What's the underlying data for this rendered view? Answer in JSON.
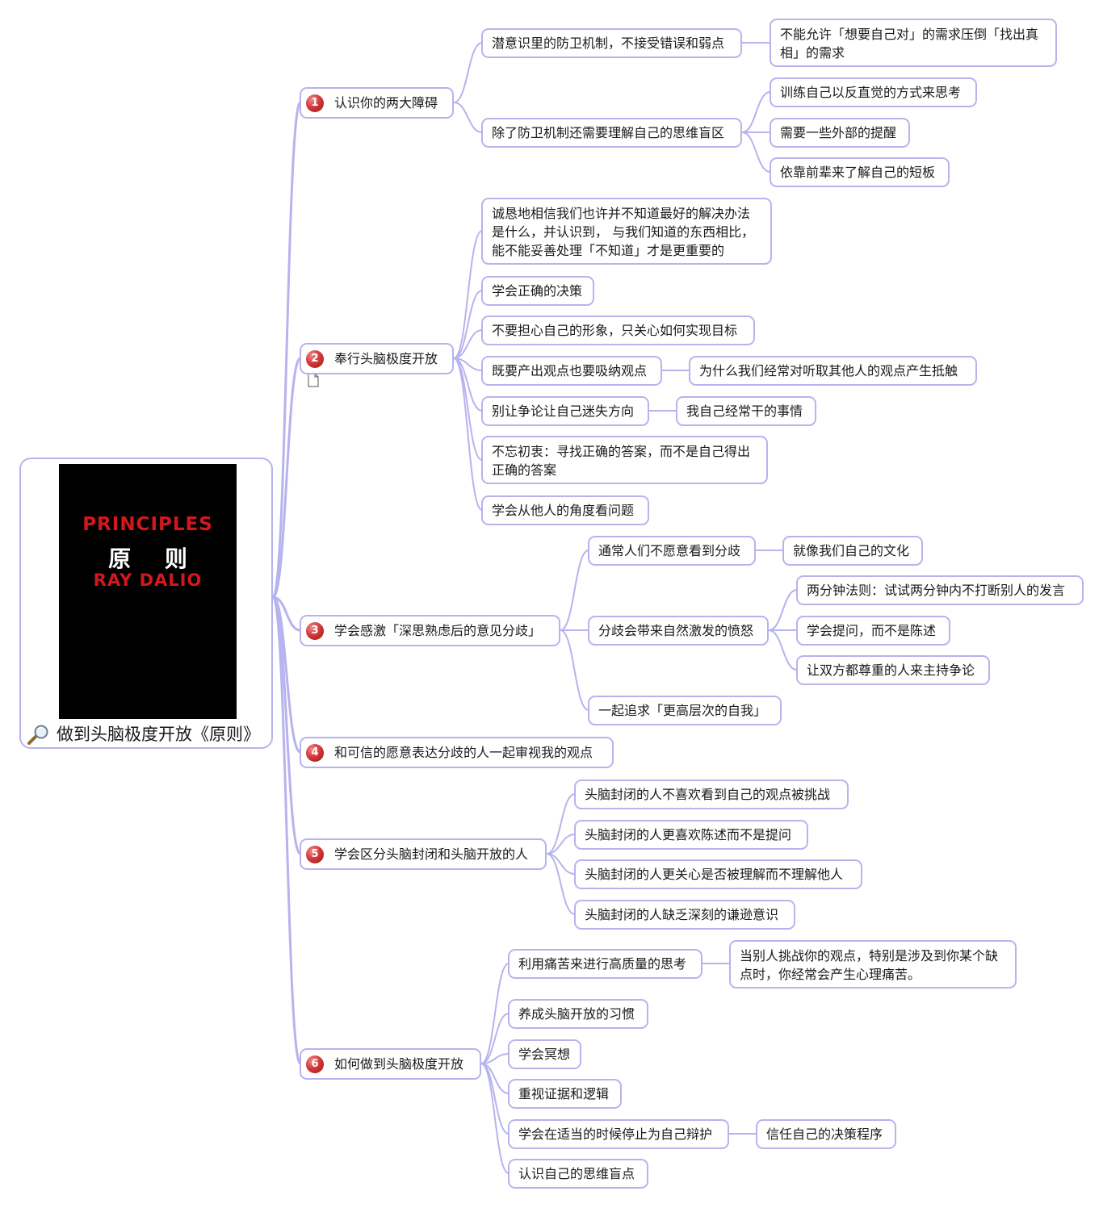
{
  "root": {
    "title": "做到头脑极度开放《原则》",
    "cover": {
      "title_en": "PRINCIPLES",
      "title_zh": "原 则",
      "author": "RAY DALIO",
      "bg": "#000000",
      "accent": "#d4171b"
    },
    "icon": "magnifier-icon"
  },
  "colors": {
    "line": "#b7b3ee",
    "border": "#b7b3ee",
    "badge": "#c62828"
  },
  "branches": [
    {
      "num": "1",
      "label": "认识你的两大障碍",
      "children": [
        {
          "label": "潜意识里的防卫机制，不接受错误和弱点",
          "children": [
            {
              "label": "不能允许「想要自己对」的需求压倒「找出真相」的需求"
            }
          ]
        },
        {
          "label": "除了防卫机制还需要理解自己的思维盲区",
          "children": [
            {
              "label": "训练自己以反直觉的方式来思考"
            },
            {
              "label": "需要一些外部的提醒"
            },
            {
              "label": "依靠前辈来了解自己的短板"
            }
          ]
        }
      ]
    },
    {
      "num": "2",
      "label": "奉行头脑极度开放",
      "note_icon": "note-icon",
      "children": [
        {
          "label": "诚恳地相信我们也许并不知道最好的解决办法是什么，并认识到， 与我们知道的东西相比，能不能妥善处理「不知道」才是更重要的"
        },
        {
          "label": "学会正确的决策"
        },
        {
          "label": "不要担心自己的形象，只关心如何实现目标"
        },
        {
          "label": "既要产出观点也要吸纳观点",
          "children": [
            {
              "label": "为什么我们经常对听取其他人的观点产生抵触"
            }
          ]
        },
        {
          "label": "别让争论让自己迷失方向",
          "children": [
            {
              "label": "我自己经常干的事情"
            }
          ]
        },
        {
          "label": "不忘初衷：寻找正确的答案，而不是自己得出正确的答案"
        },
        {
          "label": "学会从他人的角度看问题"
        }
      ]
    },
    {
      "num": "3",
      "label": "学会感激「深思熟虑后的意见分歧」",
      "children": [
        {
          "label": "通常人们不愿意看到分歧",
          "children": [
            {
              "label": "就像我们自己的文化"
            }
          ]
        },
        {
          "label": "分歧会带来自然激发的愤怒",
          "children": [
            {
              "label": "两分钟法则：试试两分钟内不打断别人的发言"
            },
            {
              "label": "学会提问，而不是陈述"
            },
            {
              "label": "让双方都尊重的人来主持争论"
            }
          ]
        },
        {
          "label": "一起追求「更高层次的自我」"
        }
      ]
    },
    {
      "num": "4",
      "label": "和可信的愿意表达分歧的人一起审视我的观点"
    },
    {
      "num": "5",
      "label": "学会区分头脑封闭和头脑开放的人",
      "children": [
        {
          "label": "头脑封闭的人不喜欢看到自己的观点被挑战"
        },
        {
          "label": "头脑封闭的人更喜欢陈述而不是提问"
        },
        {
          "label": "头脑封闭的人更关心是否被理解而不理解他人"
        },
        {
          "label": "头脑封闭的人缺乏深刻的谦逊意识"
        }
      ]
    },
    {
      "num": "6",
      "label": "如何做到头脑极度开放",
      "children": [
        {
          "label": "利用痛苦来进行高质量的思考",
          "children": [
            {
              "label": "当别人挑战你的观点，特别是涉及到你某个缺点时，你经常会产生心理痛苦。"
            }
          ]
        },
        {
          "label": "养成头脑开放的习惯"
        },
        {
          "label": "学会冥想"
        },
        {
          "label": "重视证据和逻辑"
        },
        {
          "label": "学会在适当的时候停止为自己辩护",
          "children": [
            {
              "label": "信任自己的决策程序"
            }
          ]
        },
        {
          "label": "认识自己的思维盲点"
        }
      ]
    }
  ]
}
